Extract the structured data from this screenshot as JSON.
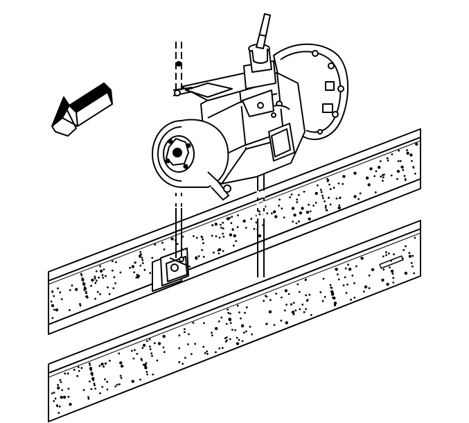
{
  "diagram": {
    "kind": "service-manual line illustration",
    "subject": "transmission-removal",
    "line_color": "#000000",
    "background_color": "#ffffff",
    "components": [
      {
        "id": "direction-arrow",
        "icon": "arrow-left-down-icon"
      },
      {
        "id": "transmission-assembly"
      },
      {
        "id": "gear-shift-lever"
      },
      {
        "id": "clutch-housing"
      },
      {
        "id": "output-flange"
      },
      {
        "id": "support-bracket"
      },
      {
        "id": "frame-rail-rear"
      },
      {
        "id": "frame-rail-front"
      },
      {
        "id": "crossmember-mount"
      },
      {
        "id": "alignment-line-left"
      },
      {
        "id": "alignment-line-right"
      }
    ]
  }
}
